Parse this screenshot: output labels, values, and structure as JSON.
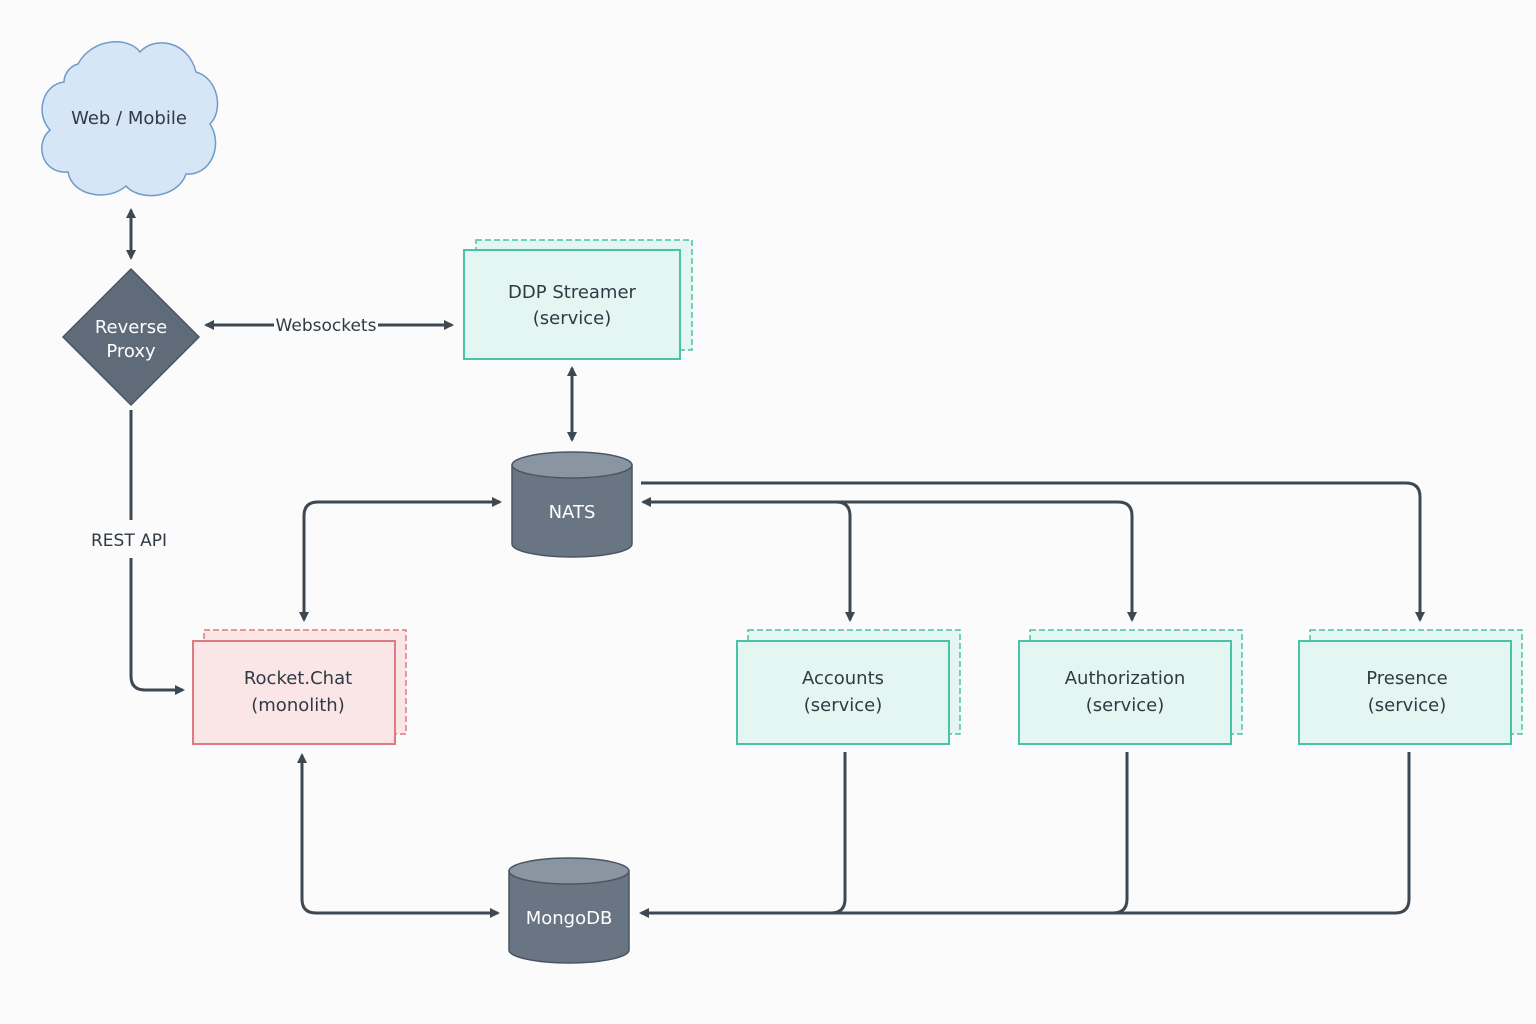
{
  "colors": {
    "cloud_fill": "#d6e6f7",
    "cloud_stroke": "#6f9bc9",
    "diamond_fill": "#5f6b78",
    "service_fill": "#e3f6f2",
    "service_stroke": "#49c3a8",
    "monolith_fill": "#fbe6e7",
    "monolith_stroke": "#df7a80",
    "db_fill": "#6a7583",
    "line": "#3d4852"
  },
  "nodes": {
    "client": {
      "label": "Web / Mobile",
      "shape": "cloud"
    },
    "proxy": {
      "line1": "Reverse",
      "line2": "Proxy",
      "shape": "diamond"
    },
    "ddp": {
      "line1": "DDP Streamer",
      "line2": "(service)",
      "shape": "stacked-box"
    },
    "nats": {
      "label": "NATS",
      "shape": "cylinder"
    },
    "rocketchat": {
      "line1": "Rocket.Chat",
      "line2": "(monolith)",
      "shape": "stacked-box"
    },
    "accounts": {
      "line1": "Accounts",
      "line2": "(service)",
      "shape": "stacked-box"
    },
    "authorization": {
      "line1": "Authorization",
      "line2": "(service)",
      "shape": "stacked-box"
    },
    "presence": {
      "line1": "Presence",
      "line2": "(service)",
      "shape": "stacked-box"
    },
    "mongodb": {
      "label": "MongoDB",
      "shape": "cylinder"
    }
  },
  "edges": {
    "websockets": "Websockets",
    "rest_api": "REST API"
  }
}
